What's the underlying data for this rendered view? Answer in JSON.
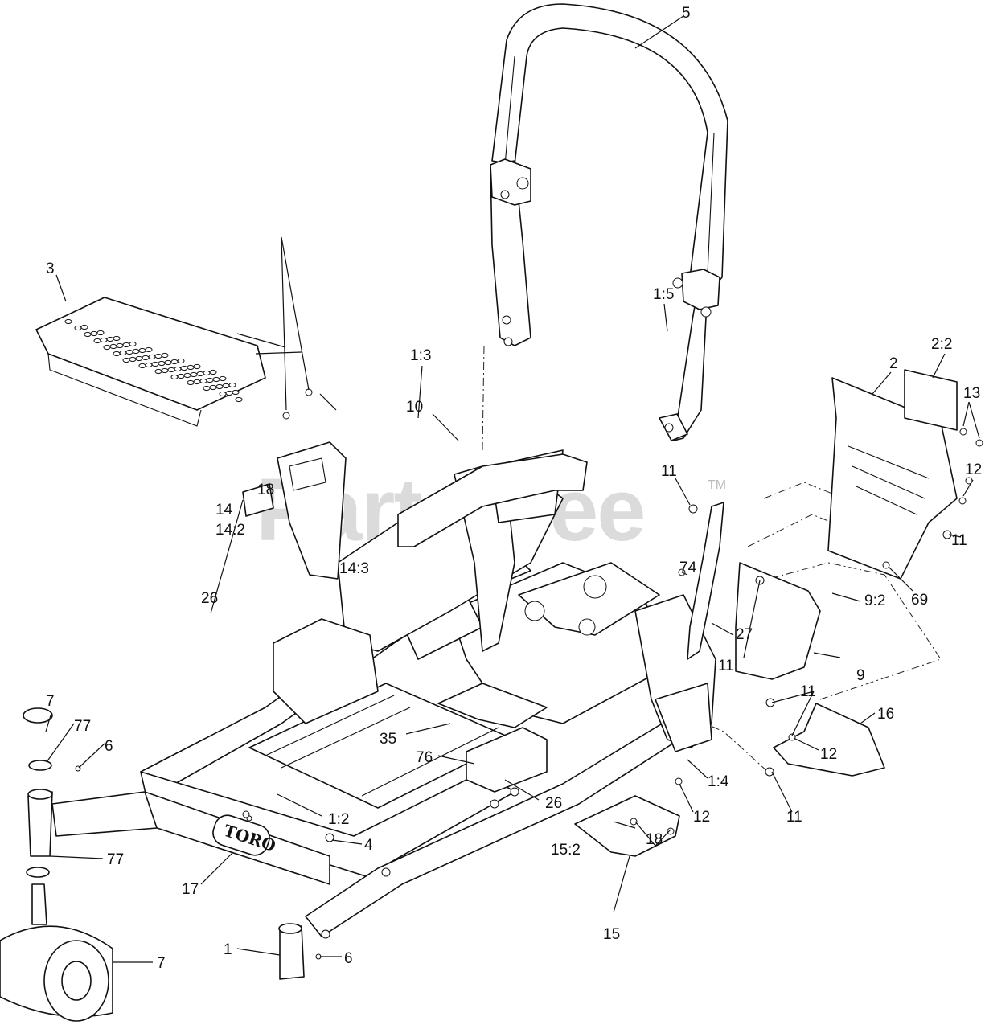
{
  "watermark": {
    "text": "PartsTree",
    "mark": "TM"
  },
  "logo_text": "TORO",
  "callouts": [
    "5",
    "2",
    "2:2",
    "13",
    "12",
    "11",
    "69",
    "10",
    "18",
    "14",
    "14:2",
    "14:3",
    "1:3",
    "3",
    "26",
    "11",
    "74",
    "1:5",
    "27",
    "11",
    "9:2",
    "9",
    "11",
    "16",
    "12",
    "7",
    "77",
    "6",
    "35",
    "76",
    "26",
    "1:4",
    "12",
    "11",
    "1:2",
    "4",
    "77",
    "17",
    "18",
    "15:2",
    "15",
    "7",
    "1",
    "6"
  ]
}
